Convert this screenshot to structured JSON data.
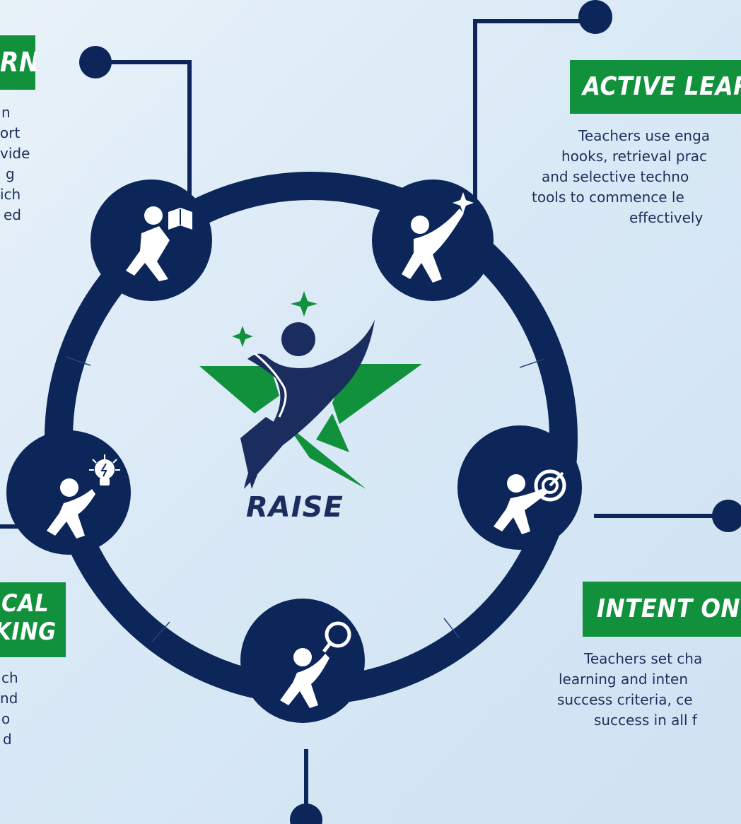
{
  "brand": {
    "name": "RAISE"
  },
  "colors": {
    "navy": "#0c2659",
    "green": "#12913d",
    "text": "#1d2f5a",
    "white": "#ffffff"
  },
  "icons": {
    "top_left": "reader-with-book-icon",
    "top_right": "reaching-for-star-icon",
    "right": "aiming-at-target-icon",
    "bottom": "searching-with-magnifier-icon",
    "left": "idea-lightbulb-icon",
    "center": "raise-star-logo"
  },
  "sections": {
    "active_learning": {
      "title": "ACTIVE LEARN",
      "lines": [
        "Teachers use enga",
        "hooks, retrieval prac",
        "and selective techno",
        "tools to commence le",
        "effectively"
      ]
    },
    "intent_on_success": {
      "title": "INTENT ON S",
      "lines": [
        "Teachers set cha",
        "learning and inten",
        "success criteria, ce",
        "success in all f"
      ]
    },
    "top_left": {
      "title": "RN",
      "lines": [
        "n",
        "ort",
        "vide",
        "g",
        "ich",
        "ed"
      ]
    },
    "critical_thinking": {
      "title_lines": [
        "CAL",
        "KING"
      ],
      "lines": [
        "ch",
        "",
        "nd",
        "",
        "o",
        "d"
      ]
    }
  }
}
